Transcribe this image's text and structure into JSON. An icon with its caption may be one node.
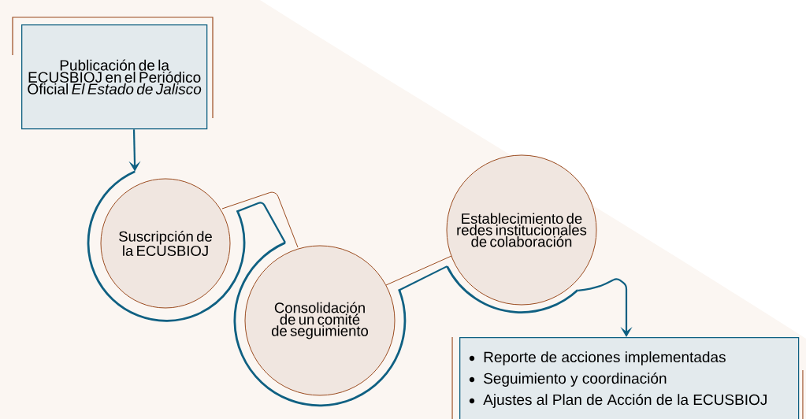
{
  "diagram": {
    "nodes": [
      {
        "text": [
          "Publicación de la ECUSBIOJ en el Periódico Oficial *El Estado de Jalisco*"
        ]
      },
      {
        "text": [
          "Suscripción de la ECUSBIOJ"
        ]
      },
      {
        "text": [
          "Consolidación de un comité de seguimiento"
        ]
      },
      {
        "text": [
          "Establecimiento de redes institucionales de colaboración"
        ]
      },
      {
        "text": [
          "Reporte de acciones implementadas",
          "Seguimiento y coordinación",
          "Ajustes al Plan de Acción de la ECUSBIOJ"
        ]
      }
    ],
    "edges": [
      {
        "from": 0,
        "to": 1,
        "arrow": "to"
      },
      {
        "from": 1,
        "to": 2,
        "arrow": "none"
      },
      {
        "from": 2,
        "to": 3,
        "arrow": "none"
      },
      {
        "from": 3,
        "to": 4,
        "arrow": "to"
      }
    ]
  }
}
